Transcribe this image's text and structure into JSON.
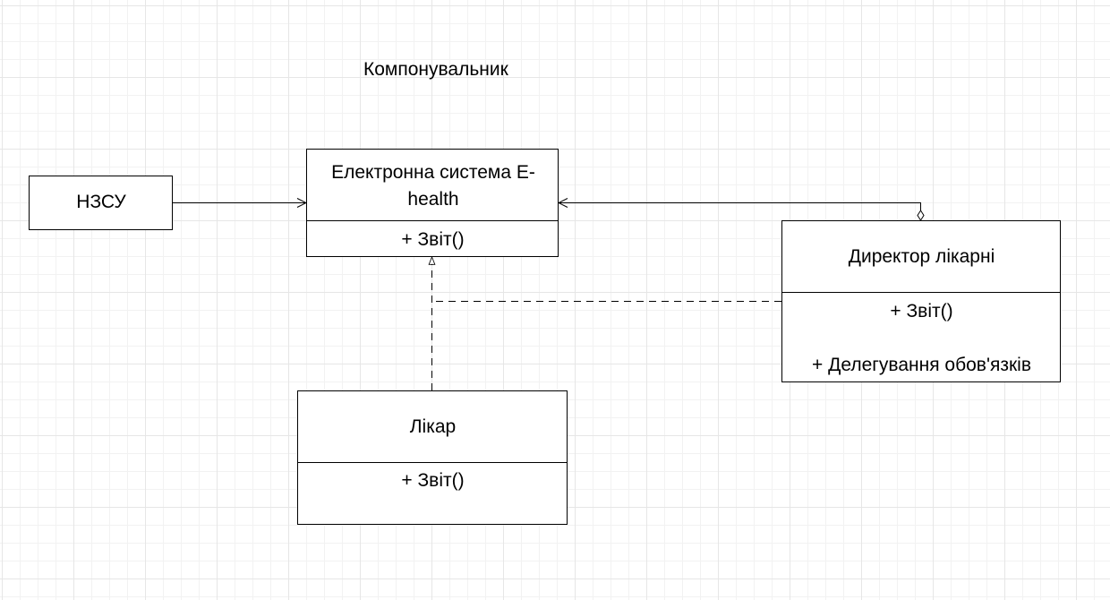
{
  "diagram": {
    "title": "Компонувальник",
    "classes": {
      "nszu": {
        "name": "НЗСУ"
      },
      "ehealth": {
        "name": "Електронна система E-health",
        "methods": [
          "+ Звіт()"
        ]
      },
      "director": {
        "name": "Директор лікарні",
        "methods": [
          "+ Звіт()",
          "+ Делегування обов'язків"
        ]
      },
      "doctor": {
        "name": "Лікар",
        "methods": [
          "+ Звіт()"
        ]
      }
    },
    "relations": [
      {
        "from": "НЗСУ",
        "to": "Електронна система E-health",
        "kind": "association"
      },
      {
        "from": "Директор лікарні",
        "to": "Електронна система E-health",
        "kind": "aggregation"
      },
      {
        "from": "Лікар",
        "to": "Електронна система E-health",
        "kind": "realization"
      },
      {
        "from": "Директор лікарні",
        "to": "Електронна система E-health",
        "kind": "realization"
      }
    ]
  }
}
